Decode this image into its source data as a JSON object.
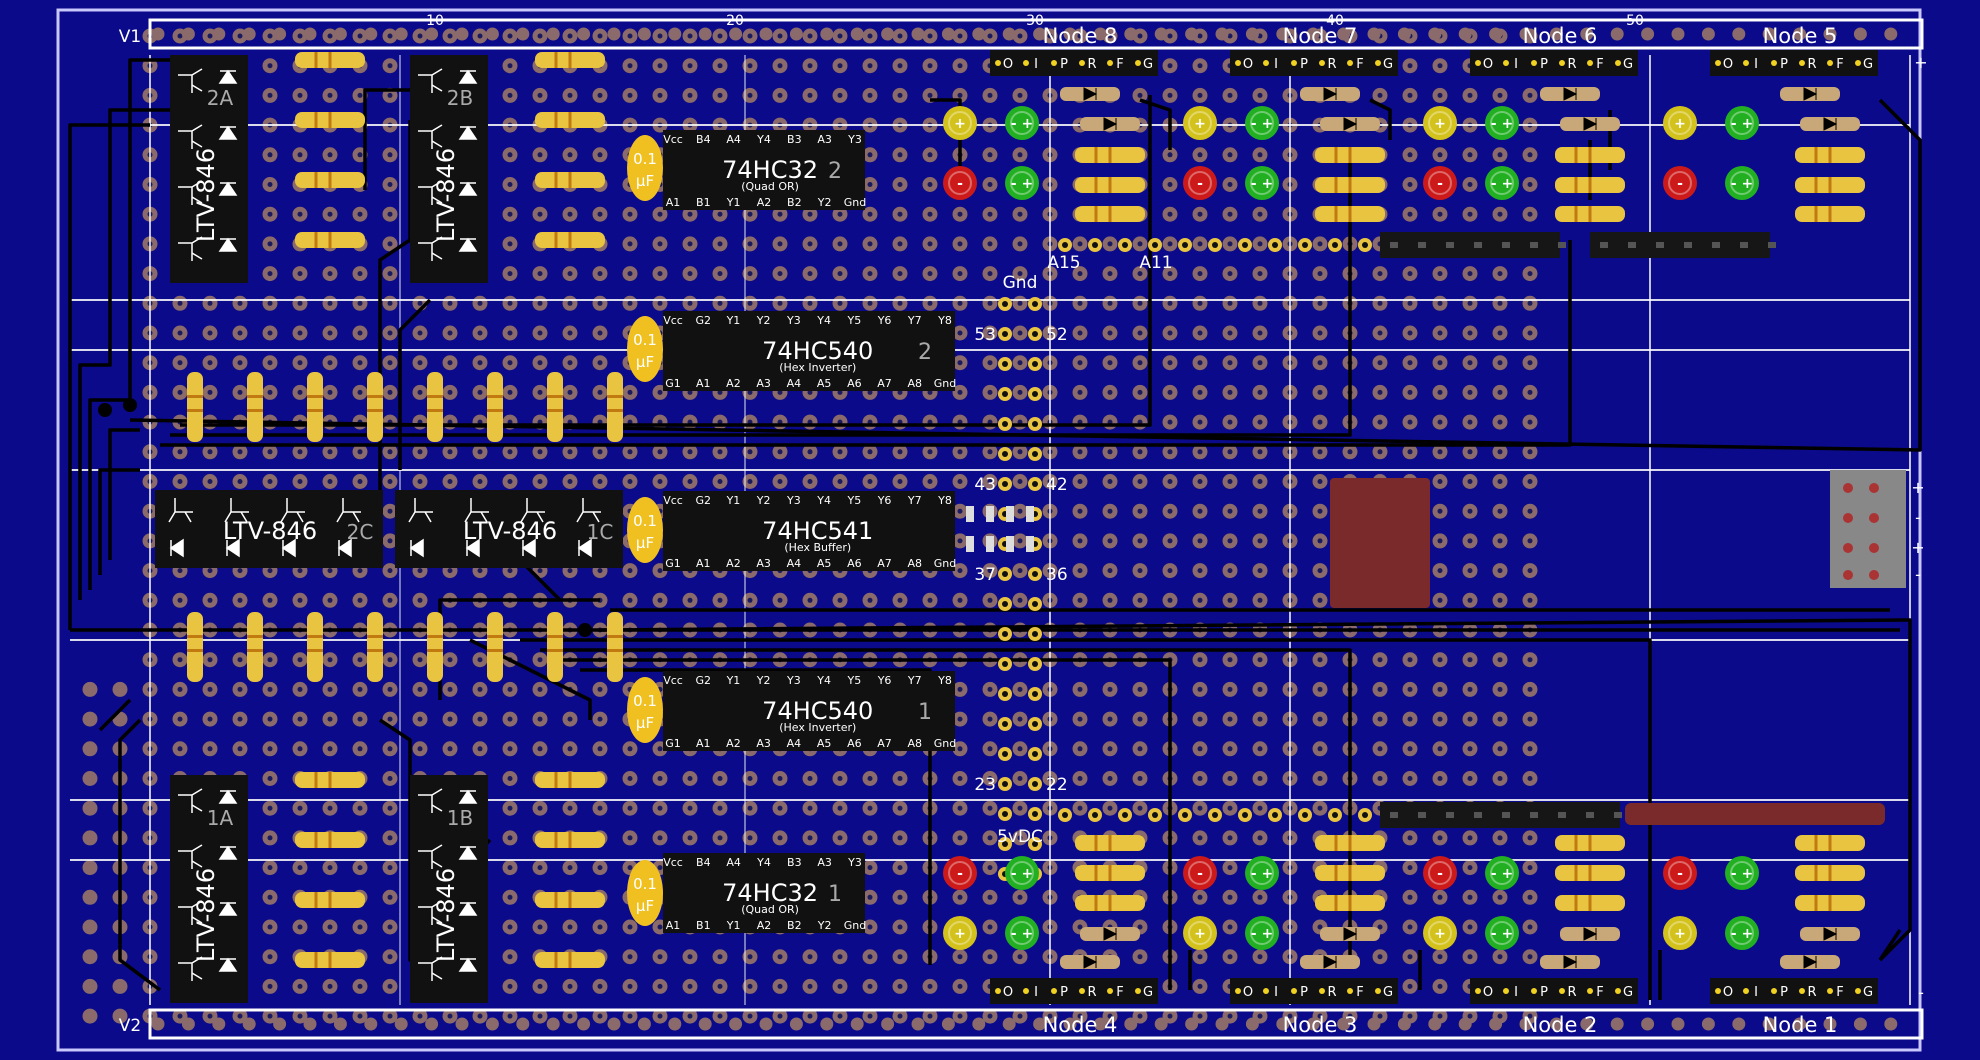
{
  "board": {
    "rail_top": "V1",
    "rail_bottom": "V2",
    "ruler": [
      "10",
      "20",
      "30",
      "40",
      "50"
    ],
    "power_signs": {
      "top": "+",
      "bottom": "-"
    },
    "terminal_signs": [
      "+",
      "-",
      "+",
      "-"
    ],
    "colors": {
      "background": "#0a0a8a",
      "trace": "#ffffff",
      "chip": "#111111",
      "resistor": "#e8c440",
      "capacitor": "#f0c020",
      "led_yellow": "#d4c21c",
      "led_green": "#22b022",
      "led_red": "#cc1a1a",
      "pad_copper": "#8a6a6a",
      "maroon_block": "#7a2a2a"
    }
  },
  "header_labels": {
    "pins": [
      "O",
      "I",
      "P",
      "R",
      "F",
      "G"
    ]
  },
  "nodes": {
    "top": [
      "Node 8",
      "Node 7",
      "Node 6",
      "Node 5"
    ],
    "bottom": [
      "Node 4",
      "Node 3",
      "Node 2",
      "Node 1"
    ]
  },
  "led_signs": {
    "plus": "+",
    "minus": "-",
    "minus_plus": "- +"
  },
  "optocouplers": {
    "part": "LTV-846",
    "vertical": [
      {
        "id": "2A",
        "part": "LTV-846"
      },
      {
        "id": "2B",
        "part": "LTV-846"
      },
      {
        "id": "1A",
        "part": "LTV-846"
      },
      {
        "id": "1B",
        "part": "LTV-846"
      }
    ],
    "horizontal": [
      {
        "id": "2C",
        "part": "LTV-846"
      },
      {
        "id": "1C",
        "part": "LTV-846"
      }
    ]
  },
  "capacitor": {
    "line1": "0.1",
    "line2": "µF"
  },
  "chips": [
    {
      "name": "74HC32",
      "num": "2",
      "desc": "(Quad OR)",
      "top_pins": [
        "Vcc",
        "B4",
        "A4",
        "Y4",
        "B3",
        "A3",
        "Y3"
      ],
      "bottom_pins": [
        "A1",
        "B1",
        "Y1",
        "A2",
        "B2",
        "Y2",
        "Gnd"
      ]
    },
    {
      "name": "74HC540",
      "num": "2",
      "desc": "(Hex Inverter)",
      "top_pins": [
        "Vcc",
        "G2",
        "Y1",
        "Y2",
        "Y3",
        "Y4",
        "Y5",
        "Y6",
        "Y7",
        "Y8"
      ],
      "bottom_pins": [
        "G1",
        "A1",
        "A2",
        "A3",
        "A4",
        "A5",
        "A6",
        "A7",
        "A8",
        "Gnd"
      ]
    },
    {
      "name": "74HC541",
      "num": "",
      "desc": "(Hex Buffer)",
      "top_pins": [
        "Vcc",
        "G2",
        "Y1",
        "Y2",
        "Y3",
        "Y4",
        "Y5",
        "Y6",
        "Y7",
        "Y8"
      ],
      "bottom_pins": [
        "G1",
        "A1",
        "A2",
        "A3",
        "A4",
        "A5",
        "A6",
        "A7",
        "A8",
        "Gnd"
      ]
    },
    {
      "name": "74HC540",
      "num": "1",
      "desc": "(Hex Inverter)",
      "top_pins": [
        "Vcc",
        "G2",
        "Y1",
        "Y2",
        "Y3",
        "Y4",
        "Y5",
        "Y6",
        "Y7",
        "Y8"
      ],
      "bottom_pins": [
        "G1",
        "A1",
        "A2",
        "A3",
        "A4",
        "A5",
        "A6",
        "A7",
        "A8",
        "Gnd"
      ]
    },
    {
      "name": "74HC32",
      "num": "1",
      "desc": "(Quad OR)",
      "top_pins": [
        "Vcc",
        "B4",
        "A4",
        "Y4",
        "B3",
        "A3",
        "Y3"
      ],
      "bottom_pins": [
        "A1",
        "B1",
        "Y1",
        "A2",
        "B2",
        "Y2",
        "Gnd"
      ]
    }
  ],
  "connector_labels": {
    "gnd": "Gnd",
    "vdc": "5vDC",
    "a15": "A15",
    "a11": "A11",
    "pins_left": [
      "53",
      "43",
      "37",
      "23"
    ],
    "pins_right": [
      "52",
      "42",
      "36",
      "22"
    ]
  }
}
